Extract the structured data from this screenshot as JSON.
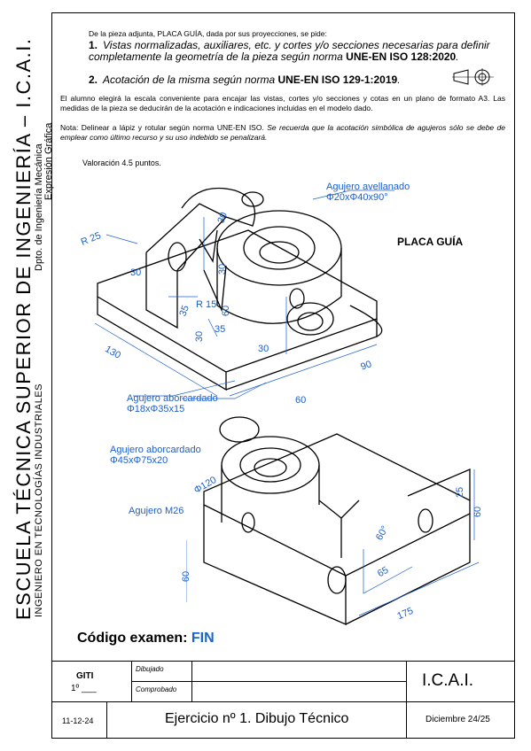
{
  "side": {
    "school": "ESCUELA TÉCNICA SUPERIOR DE INGENIERÍA – I.C.A.I.",
    "degree": "INGENIERO EN TECNOLOGÍAS INDUSTRIALES",
    "department": "Dpto. de Ingeniería Mecánica",
    "area": "Expresión Gráfica"
  },
  "header": {
    "intro": "De la pieza adjunta, PLACA GUÍA, dada por sus proyecciones, se pide:",
    "items": [
      {
        "num": "1.",
        "text": "Vistas normalizadas, auxiliares, etc. y cortes y/o secciones necesarias para definir completamente la geometría de la pieza según norma ",
        "norm": "UNE-EN ISO 128:2020",
        "end": "."
      },
      {
        "num": "2.",
        "text": "Acotación de la misma según norma ",
        "norm": "UNE-EN ISO 129-1:2019",
        "end": "."
      }
    ]
  },
  "notes": {
    "scale": "El alumno elegirá la escala conveniente para encajar las vistas, cortes y/o secciones y cotas en un plano de formato A3. Las medidas de la pieza se deducirán de la acotación e indicaciones incluidas en el modelo dado.",
    "note_label": "Nota: Delinear a lápiz y rotular según norma UNE-EN ISO.",
    "note_italic": "Se recuerda que la acotación simbólica de agujeros sólo se debe de emplear como último recurso y su uso indebido se penalizará."
  },
  "valuation": "Valoración 4.5 puntos.",
  "part_name": "PLACA GUÍA",
  "labels": {
    "countersunk": "Agujero avellanado",
    "countersunk_dim": "Φ20xΦ40x90°",
    "counterbore1": "Agujero aborcardado",
    "counterbore1_dim": "Φ18xΦ35x15",
    "counterbore2": "Agujero aborcardado",
    "counterbore2_dim": "Φ45xΦ75x20",
    "thread": "Agujero M26"
  },
  "dims_top": [
    "R 25",
    "30",
    "30",
    "30",
    "R 15",
    "60",
    "35",
    "30",
    "130",
    "60",
    "90",
    "30",
    "35"
  ],
  "dims_bottom": [
    "Φ120",
    "25",
    "60",
    "60",
    "60°",
    "65",
    "175"
  ],
  "exam": {
    "label": "Código examen: ",
    "code": "FIN"
  },
  "titleblock": {
    "giti": "GITI",
    "course": "1º ___",
    "drawn": "Dibujado",
    "checked": "Comprobado",
    "org": "I.C.A.I.",
    "date": "11-12-24",
    "title": "Ejercicio nº 1. Dibujo Técnico",
    "term": "Diciembre 24/25"
  },
  "colors": {
    "dimension_blue": "#1a5fd0",
    "code_blue": "#1a66c8",
    "ink": "#000000"
  }
}
